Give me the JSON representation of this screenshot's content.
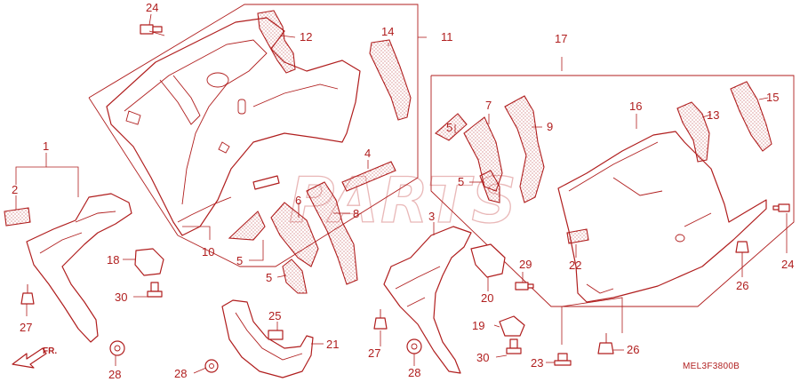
{
  "watermark": "PARTS",
  "drawing_code": "MEL3F3800B",
  "direction_label": "FR.",
  "callouts": [
    {
      "id": "c1",
      "text": "1"
    },
    {
      "id": "c2",
      "text": "2"
    },
    {
      "id": "c3",
      "text": "3"
    },
    {
      "id": "c4",
      "text": "4"
    },
    {
      "id": "c5a",
      "text": "5"
    },
    {
      "id": "c5b",
      "text": "5"
    },
    {
      "id": "c5c",
      "text": "5"
    },
    {
      "id": "c5d",
      "text": "5"
    },
    {
      "id": "c6",
      "text": "6"
    },
    {
      "id": "c7",
      "text": "7"
    },
    {
      "id": "c8",
      "text": "8"
    },
    {
      "id": "c9",
      "text": "9"
    },
    {
      "id": "c10",
      "text": "10"
    },
    {
      "id": "c11",
      "text": "11"
    },
    {
      "id": "c12",
      "text": "12"
    },
    {
      "id": "c13",
      "text": "13"
    },
    {
      "id": "c14",
      "text": "14"
    },
    {
      "id": "c15",
      "text": "15"
    },
    {
      "id": "c16",
      "text": "16"
    },
    {
      "id": "c17",
      "text": "17"
    },
    {
      "id": "c18",
      "text": "18"
    },
    {
      "id": "c19",
      "text": "19"
    },
    {
      "id": "c20",
      "text": "20"
    },
    {
      "id": "c21",
      "text": "21"
    },
    {
      "id": "c22",
      "text": "22"
    },
    {
      "id": "c23",
      "text": "23"
    },
    {
      "id": "c24a",
      "text": "24"
    },
    {
      "id": "c24b",
      "text": "24"
    },
    {
      "id": "c25",
      "text": "25"
    },
    {
      "id": "c26a",
      "text": "26"
    },
    {
      "id": "c26b",
      "text": "26"
    },
    {
      "id": "c27a",
      "text": "27"
    },
    {
      "id": "c27b",
      "text": "27"
    },
    {
      "id": "c28a",
      "text": "28"
    },
    {
      "id": "c28b",
      "text": "28"
    },
    {
      "id": "c28c",
      "text": "28"
    },
    {
      "id": "c29",
      "text": "29"
    },
    {
      "id": "c30a",
      "text": "30"
    },
    {
      "id": "c30b",
      "text": "30"
    }
  ]
}
